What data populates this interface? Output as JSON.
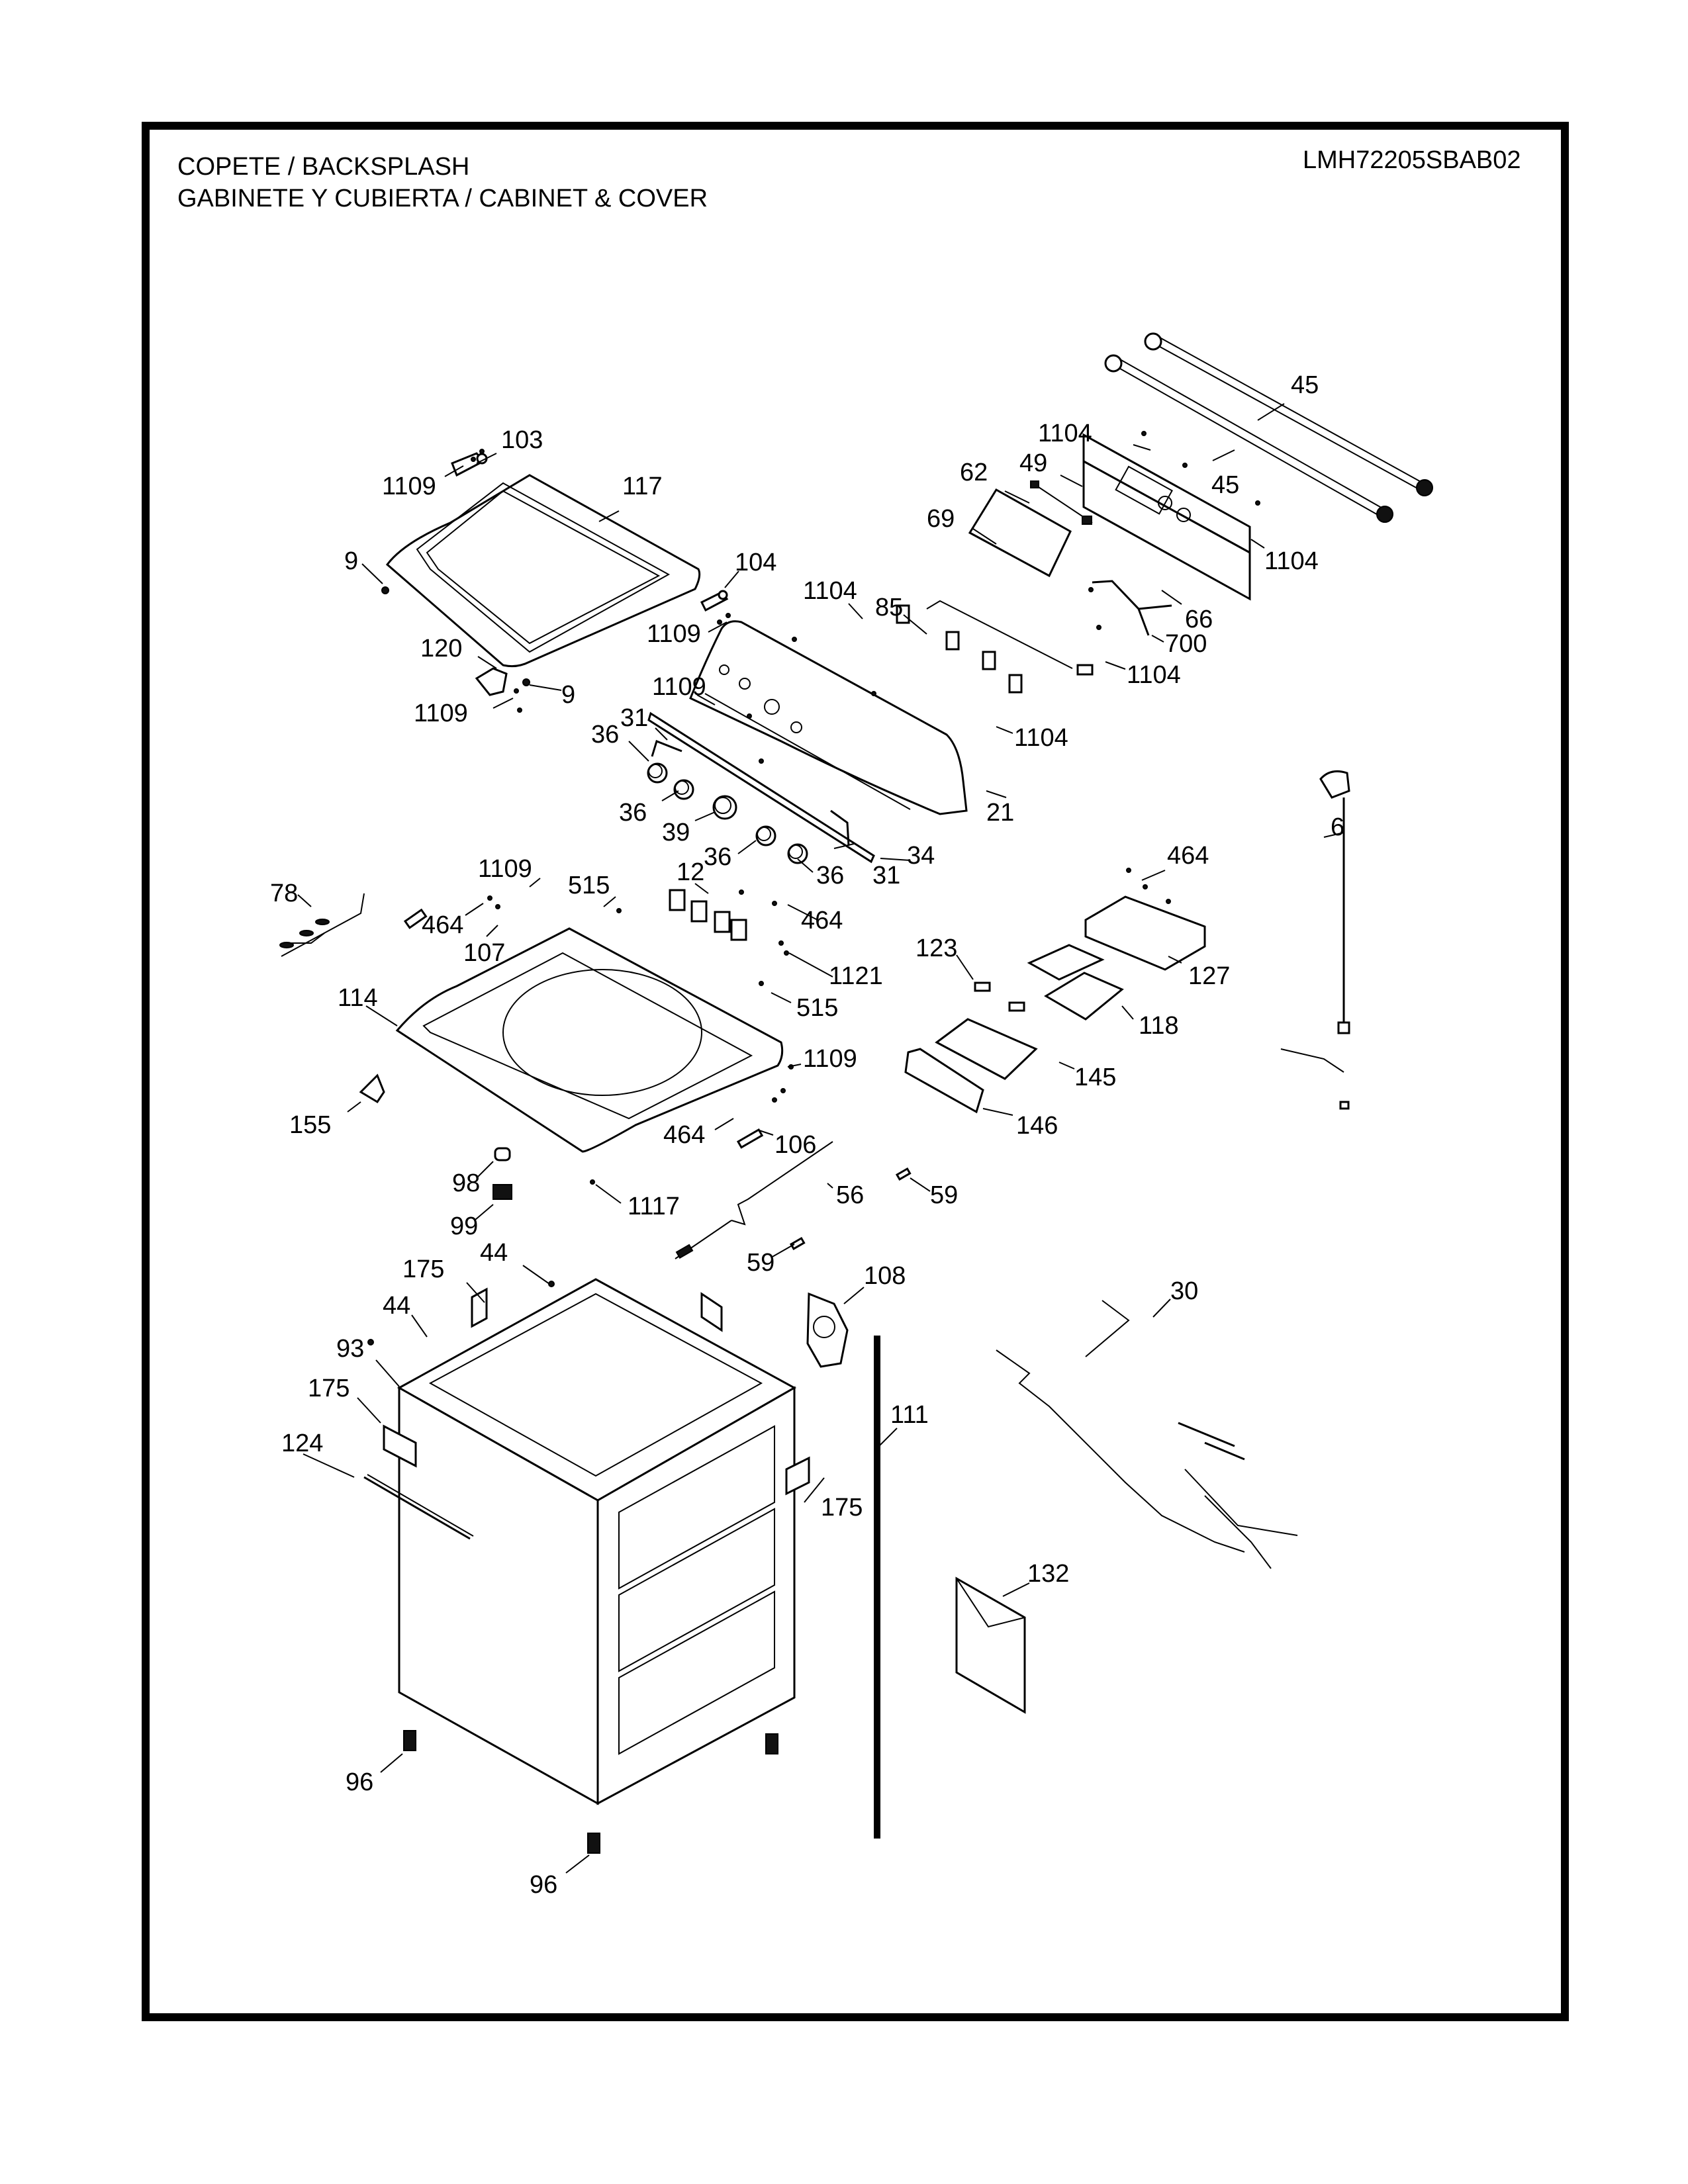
{
  "header": {
    "title_line1": "COPETE / BACKSPLASH",
    "title_line2": "GABINETE Y CUBIERTA / CABINET & COVER",
    "model_number": "LMH72205SBAB02"
  },
  "callouts": [
    {
      "id": "c45a",
      "label": "45"
    },
    {
      "id": "c1104a",
      "label": "1104"
    },
    {
      "id": "c49",
      "label": "49"
    },
    {
      "id": "c45b",
      "label": "45"
    },
    {
      "id": "c103",
      "label": "103"
    },
    {
      "id": "c1109a",
      "label": "1109"
    },
    {
      "id": "c117",
      "label": "117"
    },
    {
      "id": "c62",
      "label": "62"
    },
    {
      "id": "c1104b",
      "label": "1104"
    },
    {
      "id": "c69",
      "label": "69"
    },
    {
      "id": "c9a",
      "label": "9"
    },
    {
      "id": "c104",
      "label": "104"
    },
    {
      "id": "c1104c",
      "label": "1104"
    },
    {
      "id": "c85",
      "label": "85"
    },
    {
      "id": "c66",
      "label": "66"
    },
    {
      "id": "c1109b",
      "label": "1109"
    },
    {
      "id": "c700",
      "label": "700"
    },
    {
      "id": "c120",
      "label": "120"
    },
    {
      "id": "c9b",
      "label": "9"
    },
    {
      "id": "c1104d",
      "label": "1104"
    },
    {
      "id": "c1109c",
      "label": "1109"
    },
    {
      "id": "c1109d",
      "label": "1109"
    },
    {
      "id": "c1104e",
      "label": "1104"
    },
    {
      "id": "c31a",
      "label": "31"
    },
    {
      "id": "c36a",
      "label": "36"
    },
    {
      "id": "c36b",
      "label": "36"
    },
    {
      "id": "c39",
      "label": "39"
    },
    {
      "id": "c21",
      "label": "21"
    },
    {
      "id": "c6",
      "label": "6"
    },
    {
      "id": "c34",
      "label": "34"
    },
    {
      "id": "c36c",
      "label": "36"
    },
    {
      "id": "c31b",
      "label": "31"
    },
    {
      "id": "c36d",
      "label": "36"
    },
    {
      "id": "c464a",
      "label": "464"
    },
    {
      "id": "c1109e",
      "label": "1109"
    },
    {
      "id": "c515a",
      "label": "515"
    },
    {
      "id": "c12",
      "label": "12"
    },
    {
      "id": "c78",
      "label": "78"
    },
    {
      "id": "c464b",
      "label": "464"
    },
    {
      "id": "c464c",
      "label": "464"
    },
    {
      "id": "c107",
      "label": "107"
    },
    {
      "id": "c123",
      "label": "123"
    },
    {
      "id": "c127",
      "label": "127"
    },
    {
      "id": "c1121",
      "label": "1121"
    },
    {
      "id": "c114",
      "label": "114"
    },
    {
      "id": "c515b",
      "label": "515"
    },
    {
      "id": "c118",
      "label": "118"
    },
    {
      "id": "c1109f",
      "label": "1109"
    },
    {
      "id": "c145",
      "label": "145"
    },
    {
      "id": "c155",
      "label": "155"
    },
    {
      "id": "c146",
      "label": "146"
    },
    {
      "id": "c464d",
      "label": "464"
    },
    {
      "id": "c106",
      "label": "106"
    },
    {
      "id": "c98",
      "label": "98"
    },
    {
      "id": "c56",
      "label": "56"
    },
    {
      "id": "c59a",
      "label": "59"
    },
    {
      "id": "c1117",
      "label": "1117"
    },
    {
      "id": "c99",
      "label": "99"
    },
    {
      "id": "c44a",
      "label": "44"
    },
    {
      "id": "c59b",
      "label": "59"
    },
    {
      "id": "c175a",
      "label": "175"
    },
    {
      "id": "c108",
      "label": "108"
    },
    {
      "id": "c30",
      "label": "30"
    },
    {
      "id": "c44b",
      "label": "44"
    },
    {
      "id": "c93",
      "label": "93"
    },
    {
      "id": "c111",
      "label": "111"
    },
    {
      "id": "c175b",
      "label": "175"
    },
    {
      "id": "c124",
      "label": "124"
    },
    {
      "id": "c175c",
      "label": "175"
    },
    {
      "id": "c132",
      "label": "132"
    },
    {
      "id": "c96a",
      "label": "96"
    },
    {
      "id": "c96b",
      "label": "96"
    }
  ]
}
